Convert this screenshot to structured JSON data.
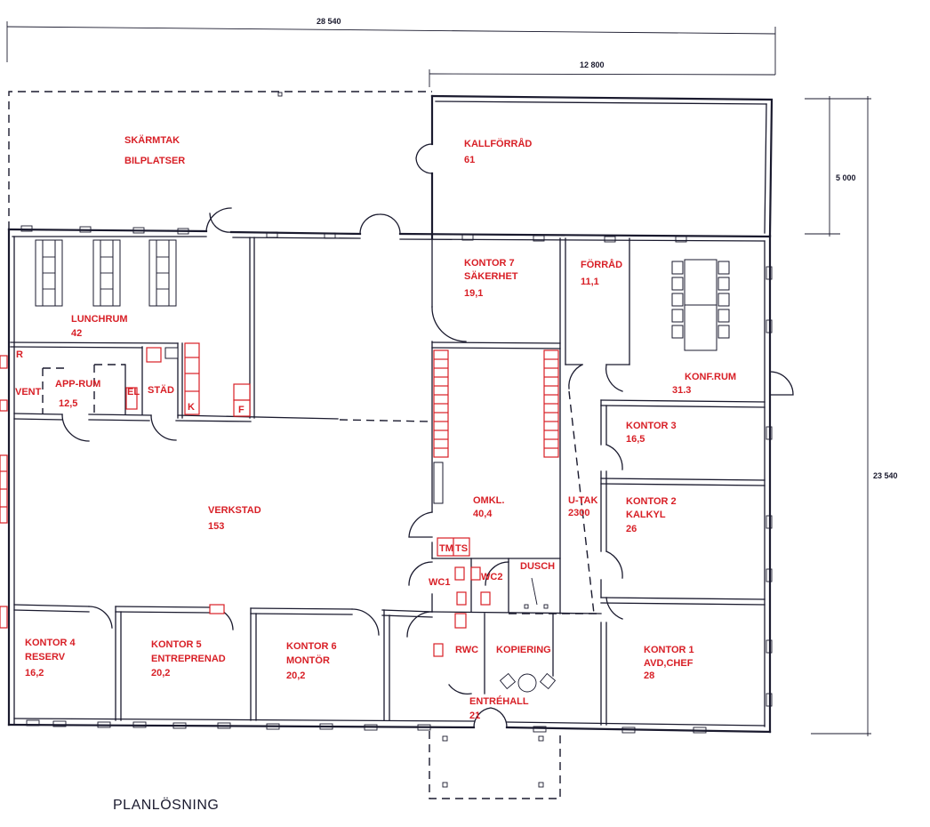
{
  "dimensions": {
    "overall_width": "28 540",
    "wing_width": "12 800",
    "wing_depth": "5 000",
    "overall_depth": "23 540"
  },
  "rooms": {
    "skarmtak": {
      "line1": "SKÄRMTAK",
      "line2": "BILPLATSER"
    },
    "kallforrad": {
      "name": "KALLFÖRRÅD",
      "area": "61"
    },
    "kontor7": {
      "line1": "KONTOR 7",
      "line2": "SÄKERHET",
      "area": "19,1"
    },
    "forrad": {
      "name": "FÖRRÅD",
      "area": "11,1"
    },
    "konfrum": {
      "name": "KONF.RUM",
      "area": "31.3"
    },
    "lunchrum": {
      "name": "LUNCHRUM",
      "area": "42"
    },
    "approm": {
      "name": "APP-RUM",
      "area": "12,5"
    },
    "vent": {
      "name": "VENT"
    },
    "el": {
      "name": "EL"
    },
    "stad": {
      "name": "STÄD"
    },
    "kontor3": {
      "name": "KONTOR 3",
      "area": "16,5"
    },
    "kontor2": {
      "line1": "KONTOR 2",
      "line2": "KALKYL",
      "area": "26"
    },
    "verkstad": {
      "name": "VERKSTAD",
      "area": "153"
    },
    "omkl": {
      "name": "OMKL.",
      "area": "40,4"
    },
    "utak": {
      "name": "U-TAK",
      "height": "2300"
    },
    "tm": {
      "name": "TM"
    },
    "ts": {
      "name": "TS"
    },
    "wc1": {
      "name": "WC1"
    },
    "wc2": {
      "name": "WC2"
    },
    "dusch": {
      "name": "DUSCH"
    },
    "kontor4": {
      "line1": "KONTOR 4",
      "line2": "RESERV",
      "area": "16,2"
    },
    "kontor5": {
      "line1": "KONTOR 5",
      "line2": "ENTREPRENAD",
      "area": "20,2"
    },
    "kontor6": {
      "line1": "KONTOR 6",
      "line2": "MONTÖR",
      "area": "20,2"
    },
    "rwc": {
      "name": "RWC"
    },
    "kopiering": {
      "name": "KOPIERING"
    },
    "entrehall": {
      "name": "ENTRÉHALL",
      "area": "21"
    },
    "kontor1": {
      "line1": "KONTOR 1",
      "line2": "AVD,CHEF",
      "area": "28"
    }
  },
  "fixtures": {
    "r_label": "R",
    "k_label": "K",
    "f_label": "F"
  },
  "title": "PLANLÖSNING",
  "colors": {
    "label": "#d81f26",
    "lines": "#1a1a2e"
  }
}
